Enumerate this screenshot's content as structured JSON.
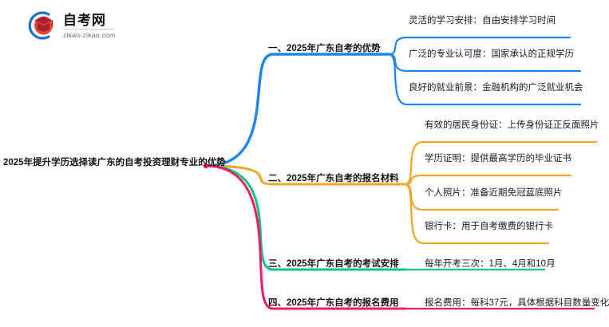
{
  "logo": {
    "title": "自考网",
    "subtitle": "zikao-zikao.com",
    "mark_icon": "graduation-cap-icon",
    "arc_color": "#1275c8",
    "cap_color": "#cf3335"
  },
  "mindmap": {
    "root": {
      "label": "2025年提升学历选择读广东的自考投资理财专业的优势"
    },
    "branches": [
      {
        "label": "一、2025年广东自考的优势",
        "color": "#1e85f0",
        "leaves": [
          {
            "label": "灵活的学习安排：自由安排学习时间"
          },
          {
            "label": "广泛的专业认可度：国家承认的正规学历"
          },
          {
            "label": "良好的就业前景：金融机构的广泛就业机会"
          }
        ]
      },
      {
        "label": "二、2025年广东自考的报名材料",
        "color": "#f5a623",
        "leaves": [
          {
            "label": "有效的居民身份证：上传身份证正反面照片"
          },
          {
            "label": "学历证明：提供最高学历的毕业证书"
          },
          {
            "label": "个人照片：准备近期免冠蓝底照片"
          },
          {
            "label": "银行卡：用于自考缴费的银行卡"
          }
        ]
      },
      {
        "label": "三、2025年广东自考的考试安排",
        "color": "#00c77f",
        "leaves": [
          {
            "label": "每年开考三次：1月、4月和10月"
          }
        ]
      },
      {
        "label": "四、2025年广东自考的报名费用",
        "color": "#f5186c",
        "leaves": [
          {
            "label": "报名费用：每科37元，具体根据科目数量变化"
          }
        ]
      }
    ]
  }
}
